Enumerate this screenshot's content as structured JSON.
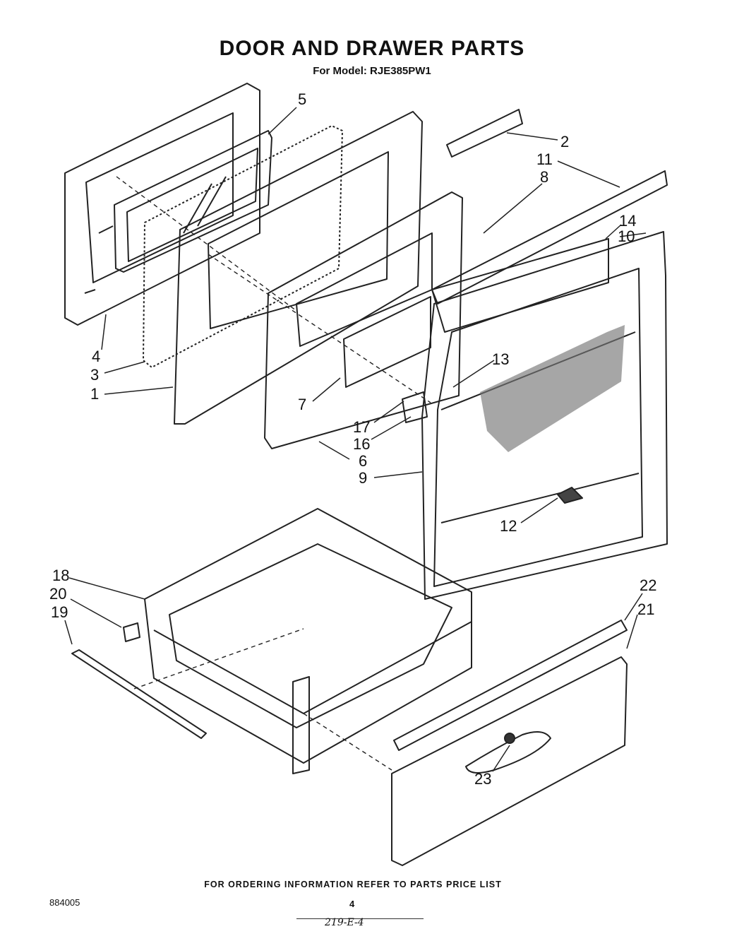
{
  "title": "DOOR AND DRAWER PARTS",
  "subtitle": "For Model: RJE385PW1",
  "callouts": [
    "5",
    "2",
    "11",
    "8",
    "14",
    "10",
    "4",
    "3",
    "1",
    "7",
    "13",
    "17",
    "16",
    "6",
    "9",
    "12",
    "18",
    "20",
    "19",
    "22",
    "21",
    "23"
  ],
  "footer": {
    "ordering_note": "FOR ORDERING INFORMATION REFER TO PARTS PRICE LIST",
    "diagram_number": "884005",
    "page_number": "4",
    "handwritten_code": "219-E-4"
  }
}
